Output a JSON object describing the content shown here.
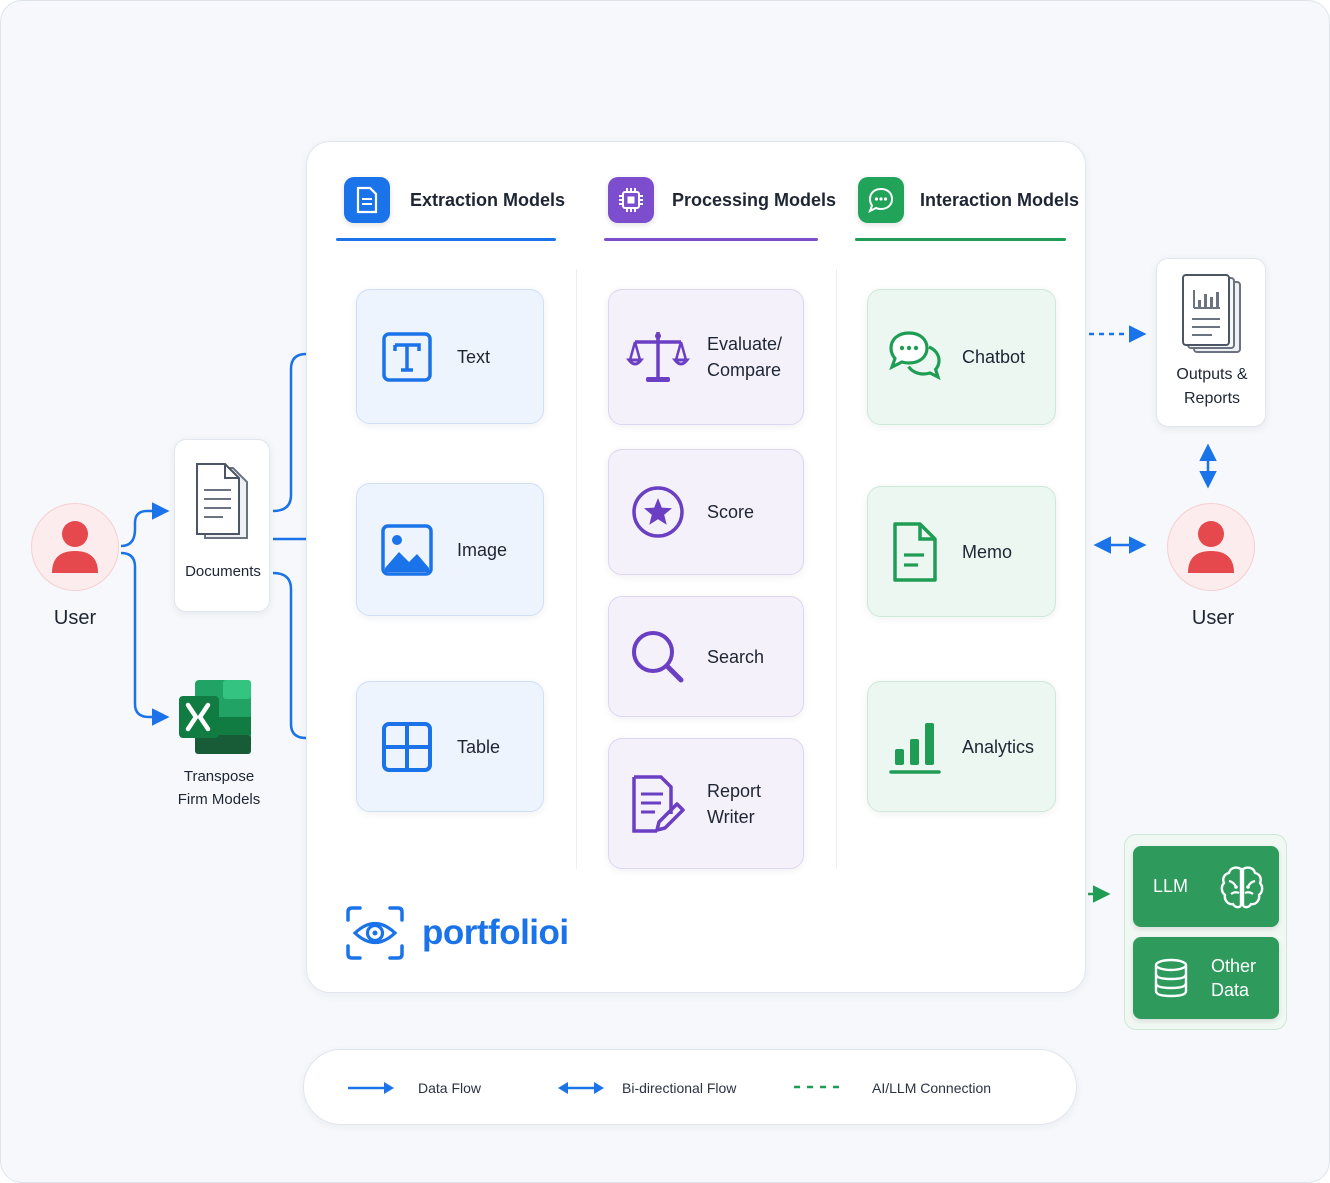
{
  "columns": {
    "extraction": {
      "title": "Extraction Models",
      "color": "#1a73e8",
      "icon": "document-icon"
    },
    "processing": {
      "title": "Processing Models",
      "color": "#7c4dcc",
      "icon": "chip-icon"
    },
    "interaction": {
      "title": "Interaction Models",
      "color": "#1f9d55",
      "icon": "chat-icon"
    }
  },
  "extraction_cards": [
    {
      "label": "Text",
      "icon": "text-icon"
    },
    {
      "label": "Image",
      "icon": "image-icon"
    },
    {
      "label": "Table",
      "icon": "table-icon"
    }
  ],
  "processing_cards": [
    {
      "label": "Evaluate/\nCompare",
      "icon": "scales-icon"
    },
    {
      "label": "Score",
      "icon": "star-badge-icon"
    },
    {
      "label": "Search",
      "icon": "magnifier-icon"
    },
    {
      "label": "Report\nWriter",
      "icon": "report-edit-icon"
    }
  ],
  "interaction_cards": [
    {
      "label": "Chatbot",
      "icon": "chat-bubbles-icon"
    },
    {
      "label": "Memo",
      "icon": "memo-icon"
    },
    {
      "label": "Analytics",
      "icon": "bar-chart-icon"
    }
  ],
  "left": {
    "user_label": "User",
    "documents_label": "Documents",
    "excel_label": "Transpose\nFirm Models"
  },
  "right": {
    "outputs_label": "Outputs &\nReports",
    "user_label": "User"
  },
  "data_sources": {
    "llm_label": "LLM",
    "other_label": "Other\nData"
  },
  "brand": {
    "name": "portfolioi",
    "color": "#1a73e8"
  },
  "legend": {
    "data_flow": "Data Flow",
    "bidirectional": "Bi-directional Flow",
    "ai_connection": "AI/LLM Connection"
  },
  "colors": {
    "blue": "#1a73e8",
    "purple": "#6a3fc4",
    "green": "#1f9d55",
    "red": "#e5484d"
  }
}
